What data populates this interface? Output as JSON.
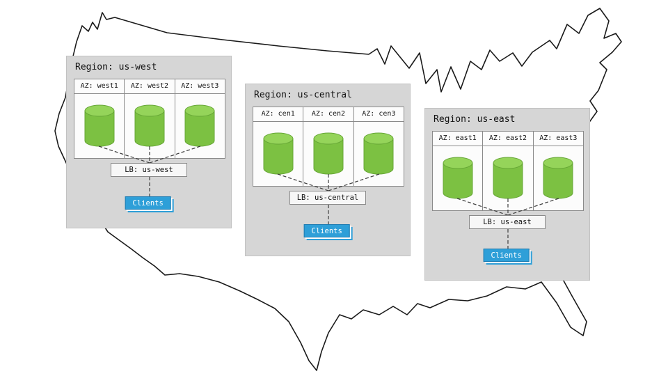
{
  "map": {
    "name": "united-states-outline"
  },
  "regions": [
    {
      "title": "Region: us-west",
      "azs": [
        "AZ: west1",
        "AZ: west2",
        "AZ: west3"
      ],
      "lb": "LB: us-west",
      "clients": "Clients"
    },
    {
      "title": "Region: us-central",
      "azs": [
        "AZ: cen1",
        "AZ: cen2",
        "AZ: cen3"
      ],
      "lb": "LB: us-central",
      "clients": "Clients"
    },
    {
      "title": "Region: us-east",
      "azs": [
        "AZ: east1",
        "AZ: east2",
        "AZ: east3"
      ],
      "lb": "LB: us-east",
      "clients": "Clients"
    }
  ],
  "colors": {
    "region_background": "#d6d6d6",
    "az_panel_background": "#fcfcfc",
    "cylinder_green": "#7cc142",
    "cylinder_top_green": "#95d45a",
    "clients_blue": "#2e9fd8",
    "clients_text": "#ffffff",
    "connector_line": "#3d3d3d",
    "map_outline": "#1a1a1a"
  }
}
